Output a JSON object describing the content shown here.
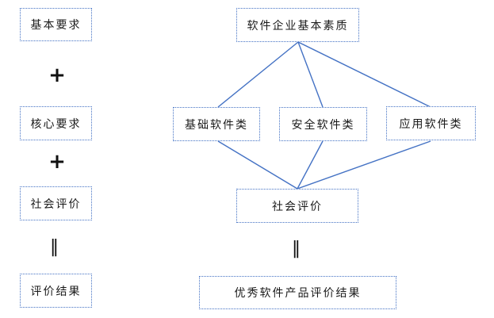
{
  "colors": {
    "accent_blue": "#4472C4",
    "text": "#1a1a1a",
    "background": "#ffffff"
  },
  "left_column": {
    "box_basic": "基本要求",
    "operator_plus_1": "+",
    "box_core": "核心要求",
    "operator_plus_2": "+",
    "box_social": "社会评价",
    "operator_equals": "‖",
    "box_result": "评价结果"
  },
  "diagram": {
    "top_box": "软件企业基本素质",
    "category_boxes": [
      {
        "label": "基础软件类"
      },
      {
        "label": "安全软件类"
      },
      {
        "label": "应用软件类"
      }
    ],
    "evaluation_box": "社会评价",
    "operator_equals": "‖",
    "result_box": "优秀软件产品评价结果"
  }
}
